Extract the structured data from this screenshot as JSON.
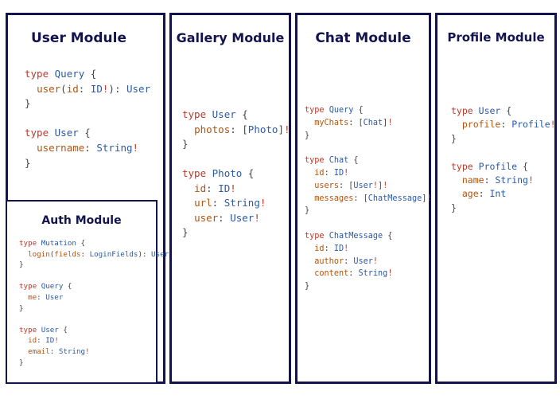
{
  "modules": [
    {
      "id": "user",
      "title": "User Module",
      "blocks": [
        {
          "kind": "type",
          "name": "Query",
          "fields": [
            {
              "text": "user(id: ID!): User"
            }
          ]
        },
        {
          "kind": "type",
          "name": "User",
          "fields": [
            {
              "text": "username: String!"
            }
          ]
        }
      ]
    },
    {
      "id": "auth",
      "title": "Auth Module",
      "blocks": [
        {
          "kind": "type",
          "name": "Mutation",
          "fields": [
            {
              "text": "login(fields: LoginFields): User"
            }
          ]
        },
        {
          "kind": "type",
          "name": "Query",
          "fields": [
            {
              "text": "me: User"
            }
          ]
        },
        {
          "kind": "type",
          "name": "User",
          "fields": [
            {
              "text": "id: ID!"
            },
            {
              "text": "email: String!"
            }
          ]
        }
      ]
    },
    {
      "id": "gallery",
      "title": "Gallery Module",
      "blocks": [
        {
          "kind": "type",
          "name": "User",
          "fields": [
            {
              "text": "photos: [Photo]!"
            }
          ]
        },
        {
          "kind": "type",
          "name": "Photo",
          "fields": [
            {
              "text": "id: ID!"
            },
            {
              "text": "url: String!"
            },
            {
              "text": "user: User!"
            }
          ]
        }
      ]
    },
    {
      "id": "chat",
      "title": "Chat Module",
      "blocks": [
        {
          "kind": "type",
          "name": "Query",
          "fields": [
            {
              "text": "myChats: [Chat]!"
            }
          ]
        },
        {
          "kind": "type",
          "name": "Chat",
          "fields": [
            {
              "text": "id: ID!"
            },
            {
              "text": "users: [User!]!"
            },
            {
              "text": "messages: [ChatMessage]!"
            }
          ]
        },
        {
          "kind": "type",
          "name": "ChatMessage",
          "fields": [
            {
              "text": "id: ID!"
            },
            {
              "text": "author: User!"
            },
            {
              "text": "content: String!"
            }
          ]
        }
      ]
    },
    {
      "id": "profile",
      "title": "Profile Module",
      "blocks": [
        {
          "kind": "type",
          "name": "User",
          "fields": [
            {
              "text": "profile: Profile!"
            }
          ]
        },
        {
          "kind": "type",
          "name": "Profile",
          "fields": [
            {
              "text": "name: String!"
            },
            {
              "text": "age: Int"
            }
          ]
        }
      ]
    }
  ],
  "colors": {
    "border": "#13134f",
    "keyword": "#c0392b",
    "type_name": "#2a5aa8",
    "field": "#b4530f"
  }
}
